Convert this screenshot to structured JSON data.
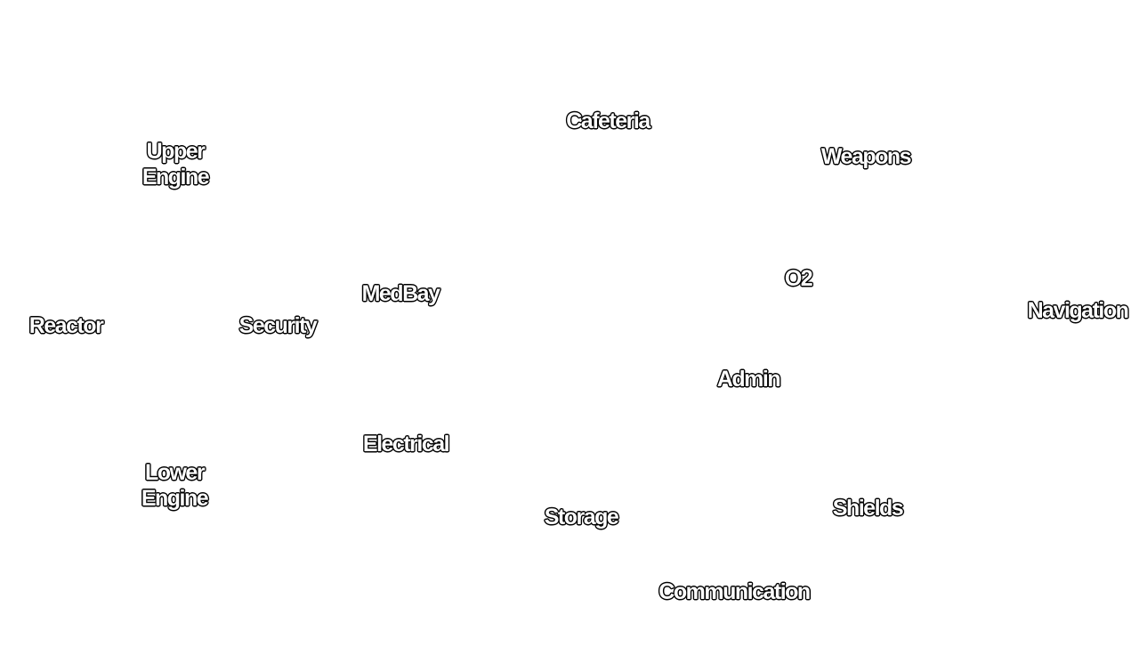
{
  "map": {
    "rooms": {
      "upper_engine": {
        "line1": "Upper",
        "line2": "Engine"
      },
      "cafeteria": {
        "label": "Cafeteria"
      },
      "weapons": {
        "label": "Weapons"
      },
      "o2": {
        "label": "O2"
      },
      "navigation": {
        "label": "Navigation"
      },
      "medbay": {
        "label": "MedBay"
      },
      "reactor": {
        "label": "Reactor"
      },
      "security": {
        "label": "Security"
      },
      "admin": {
        "label": "Admin"
      },
      "electrical": {
        "label": "Electrical"
      },
      "lower_engine": {
        "line1": "Lower",
        "line2": "Engine"
      },
      "storage": {
        "label": "Storage"
      },
      "shields": {
        "label": "Shields"
      },
      "communication": {
        "label": "Communication"
      }
    }
  }
}
